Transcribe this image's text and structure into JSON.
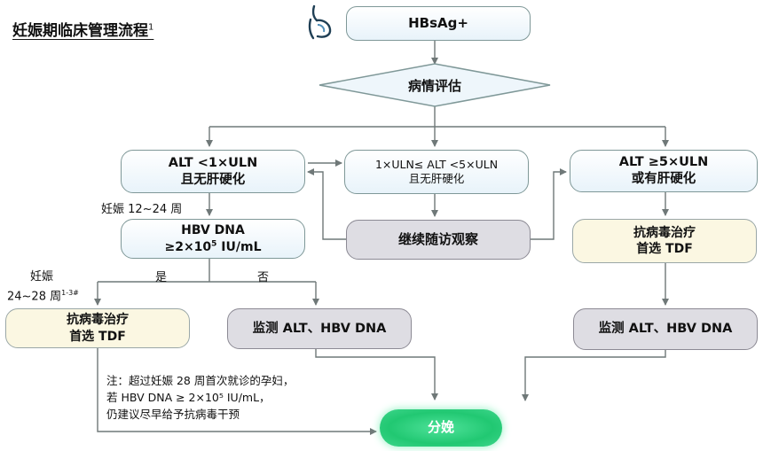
{
  "title": "妊娠期临床管理流程",
  "title_sup": "1",
  "nodes": {
    "start": "HBsAg+",
    "assess": "病情评估",
    "alt_low_1": "ALT <1×ULN",
    "alt_low_2": "且无肝硬化",
    "alt_mid_1": "1×ULN≤ ALT <5×ULN",
    "alt_mid_2": "且无肝硬化",
    "alt_high_1": "ALT ≥5×ULN",
    "alt_high_2": "或有肝硬化",
    "hbv_dna_1": "HBV DNA",
    "hbv_dna_2_pre": "≥2×10",
    "hbv_dna_2_sup": "5",
    "hbv_dna_2_post": " IU/mL",
    "follow_up": "继续随访观察",
    "antiviral_left_1": "抗病毒治疗",
    "antiviral_left_2": "首选 TDF",
    "monitor_mid": "监测 ALT、HBV DNA",
    "antiviral_right_1": "抗病毒治疗",
    "antiviral_right_2": "首选 TDF",
    "monitor_right": "监测 ALT、HBV DNA",
    "delivery": "分娩"
  },
  "labels": {
    "pregnancy_12_24": "妊娠 12~24 周",
    "yes": "是",
    "no": "否",
    "pregnancy_24_28_a": "妊娠",
    "pregnancy_24_28_b": "24~28 周",
    "pregnancy_24_28_sup": "1-3#"
  },
  "note": {
    "line1": "注：超过妊娠 28 周首次就诊的孕妇，",
    "line2": "若 HBV DNA ≥ 2×10⁵ IU/mL，",
    "line3": "仍建议尽早给予抗病毒干预"
  },
  "colors": {
    "line": "#6f7878",
    "box_border": "#7f9898",
    "yellow_fill": "#fbf7e2",
    "gray_fill": "#dedde3",
    "green_fill": "#21c872"
  },
  "icons": [
    "pregnant-woman-icon"
  ]
}
